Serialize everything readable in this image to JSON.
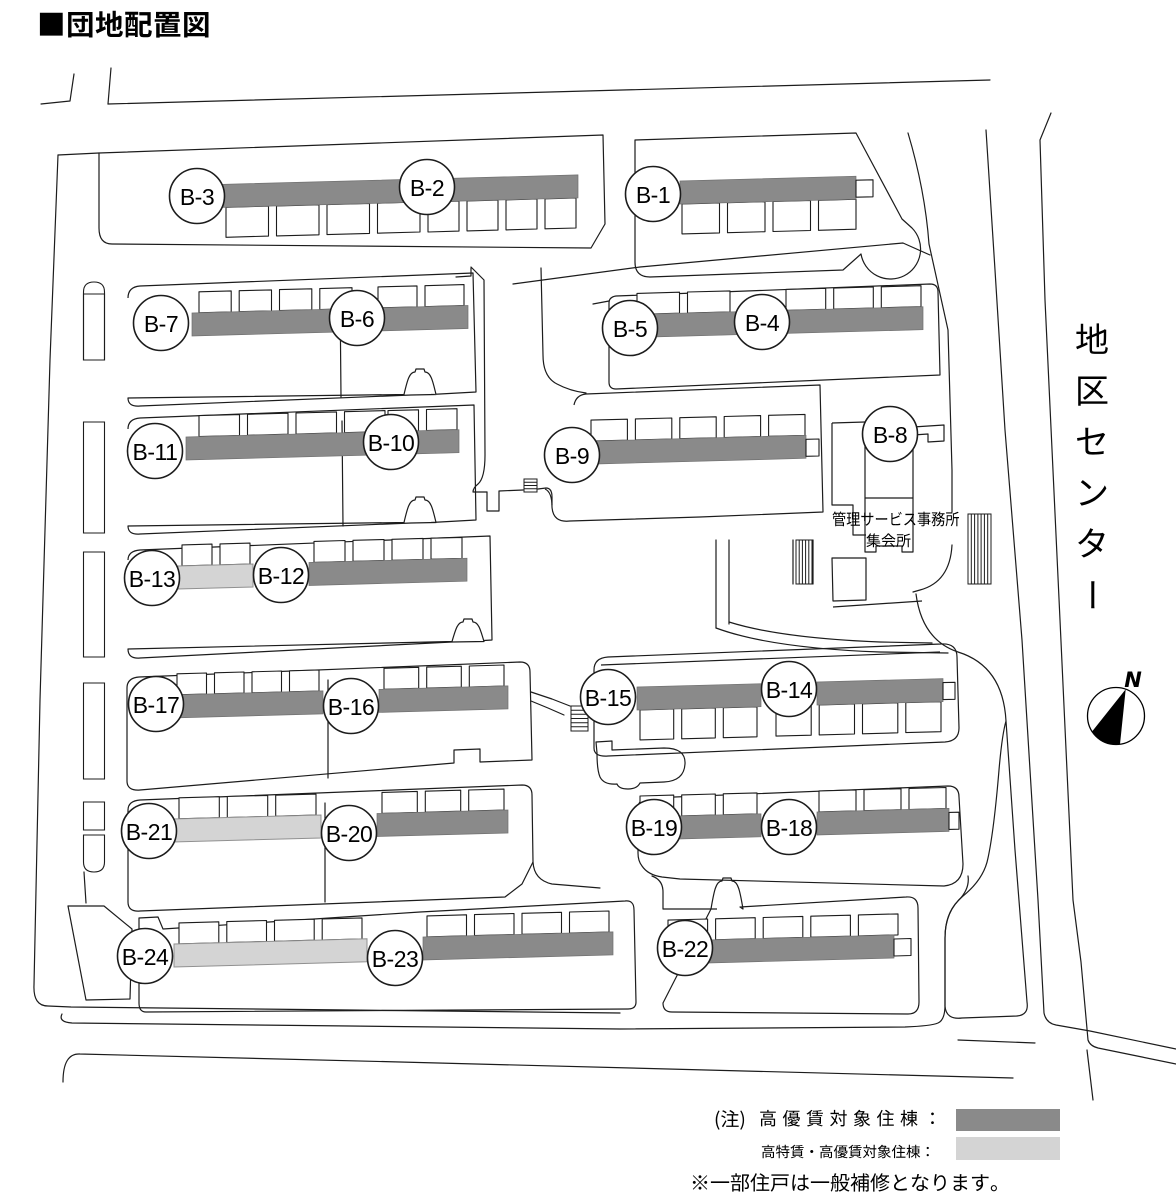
{
  "title": "■団地配置図",
  "map": {
    "district_center_label": "地区センター",
    "facility_label_line1": "管理サービス事務所",
    "facility_label_line2": "集会所",
    "compass_label": "N",
    "buildings": [
      {
        "id": "B-1",
        "label": "B-1",
        "category": "subsidized"
      },
      {
        "id": "B-2",
        "label": "B-2",
        "category": "subsidized"
      },
      {
        "id": "B-3",
        "label": "B-3",
        "category": "subsidized"
      },
      {
        "id": "B-4",
        "label": "B-4",
        "category": "subsidized"
      },
      {
        "id": "B-5",
        "label": "B-5",
        "category": "subsidized"
      },
      {
        "id": "B-6",
        "label": "B-6",
        "category": "subsidized"
      },
      {
        "id": "B-7",
        "label": "B-7",
        "category": "subsidized"
      },
      {
        "id": "B-8",
        "label": "B-8",
        "category": "office"
      },
      {
        "id": "B-9",
        "label": "B-9",
        "category": "subsidized"
      },
      {
        "id": "B-10",
        "label": "B-10",
        "category": "subsidized"
      },
      {
        "id": "B-11",
        "label": "B-11",
        "category": "subsidized"
      },
      {
        "id": "B-12",
        "label": "B-12",
        "category": "subsidized"
      },
      {
        "id": "B-13",
        "label": "B-13",
        "category": "special-subsidized"
      },
      {
        "id": "B-14",
        "label": "B-14",
        "category": "subsidized"
      },
      {
        "id": "B-15",
        "label": "B-15",
        "category": "subsidized"
      },
      {
        "id": "B-16",
        "label": "B-16",
        "category": "subsidized"
      },
      {
        "id": "B-17",
        "label": "B-17",
        "category": "subsidized"
      },
      {
        "id": "B-18",
        "label": "B-18",
        "category": "subsidized"
      },
      {
        "id": "B-19",
        "label": "B-19",
        "category": "subsidized"
      },
      {
        "id": "B-20",
        "label": "B-20",
        "category": "subsidized"
      },
      {
        "id": "B-21",
        "label": "B-21",
        "category": "special-subsidized"
      },
      {
        "id": "B-22",
        "label": "B-22",
        "category": "subsidized"
      },
      {
        "id": "B-23",
        "label": "B-23",
        "category": "subsidized"
      },
      {
        "id": "B-24",
        "label": "B-24",
        "category": "special-subsidized"
      }
    ]
  },
  "legend": {
    "note": "(注)",
    "items": [
      {
        "label": "高優賃対象住棟：",
        "swatch": "dark"
      },
      {
        "label": "高特賃・高優賃対象住棟：",
        "swatch": "light"
      }
    ],
    "footnote": "※一部住戸は一般補修となります。"
  },
  "colors": {
    "building_dark": "#8a8a8a",
    "building_light": "#d4d4d4",
    "line": "#1c1c1c",
    "background": "#ffffff"
  }
}
